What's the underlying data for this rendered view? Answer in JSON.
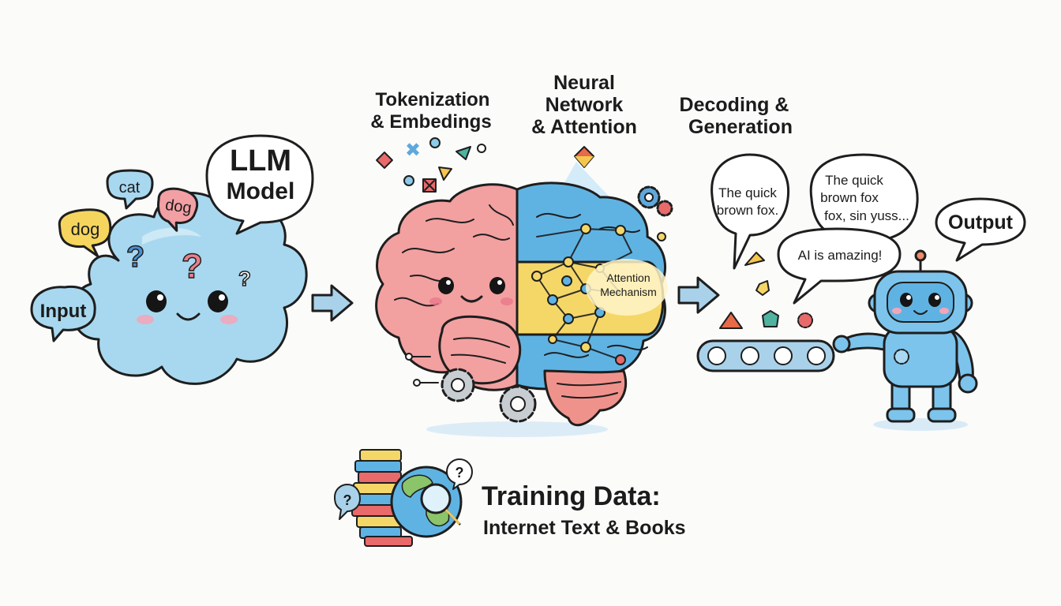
{
  "input": {
    "label": "Input",
    "words": [
      "cat",
      "dog",
      "dog"
    ],
    "model_bubble": {
      "line1": "LLM",
      "line2": "Model"
    }
  },
  "stages": {
    "tokenization": {
      "line1": "Tokenization",
      "line2": "& Embedings"
    },
    "neural": {
      "line1": "Neural",
      "line2": "Network",
      "line3": "& Attention"
    },
    "decoding": {
      "line1": "Decoding &",
      "line2": "Generation"
    }
  },
  "attention": {
    "line1": "Attention",
    "line2": "Mechanism"
  },
  "bubbles": {
    "b1": {
      "line1": "The quick",
      "line2": "brown fox."
    },
    "b2": {
      "line1": "The quick",
      "line2": "brown fox",
      "line3": "fox, sin yuss..."
    },
    "b3": {
      "text": "AI is amazing!"
    }
  },
  "output": {
    "label": "Output"
  },
  "training": {
    "title": "Training Data:",
    "subtitle": "Internet Text & Books"
  },
  "colors": {
    "cloud": "#a8d8ef",
    "brain_left": "#f3a0a0",
    "brain_right": "#5fb3e3",
    "attention_band": "#f5d768",
    "robot": "#7cc4ec",
    "arrow": "#a9d2ea"
  }
}
